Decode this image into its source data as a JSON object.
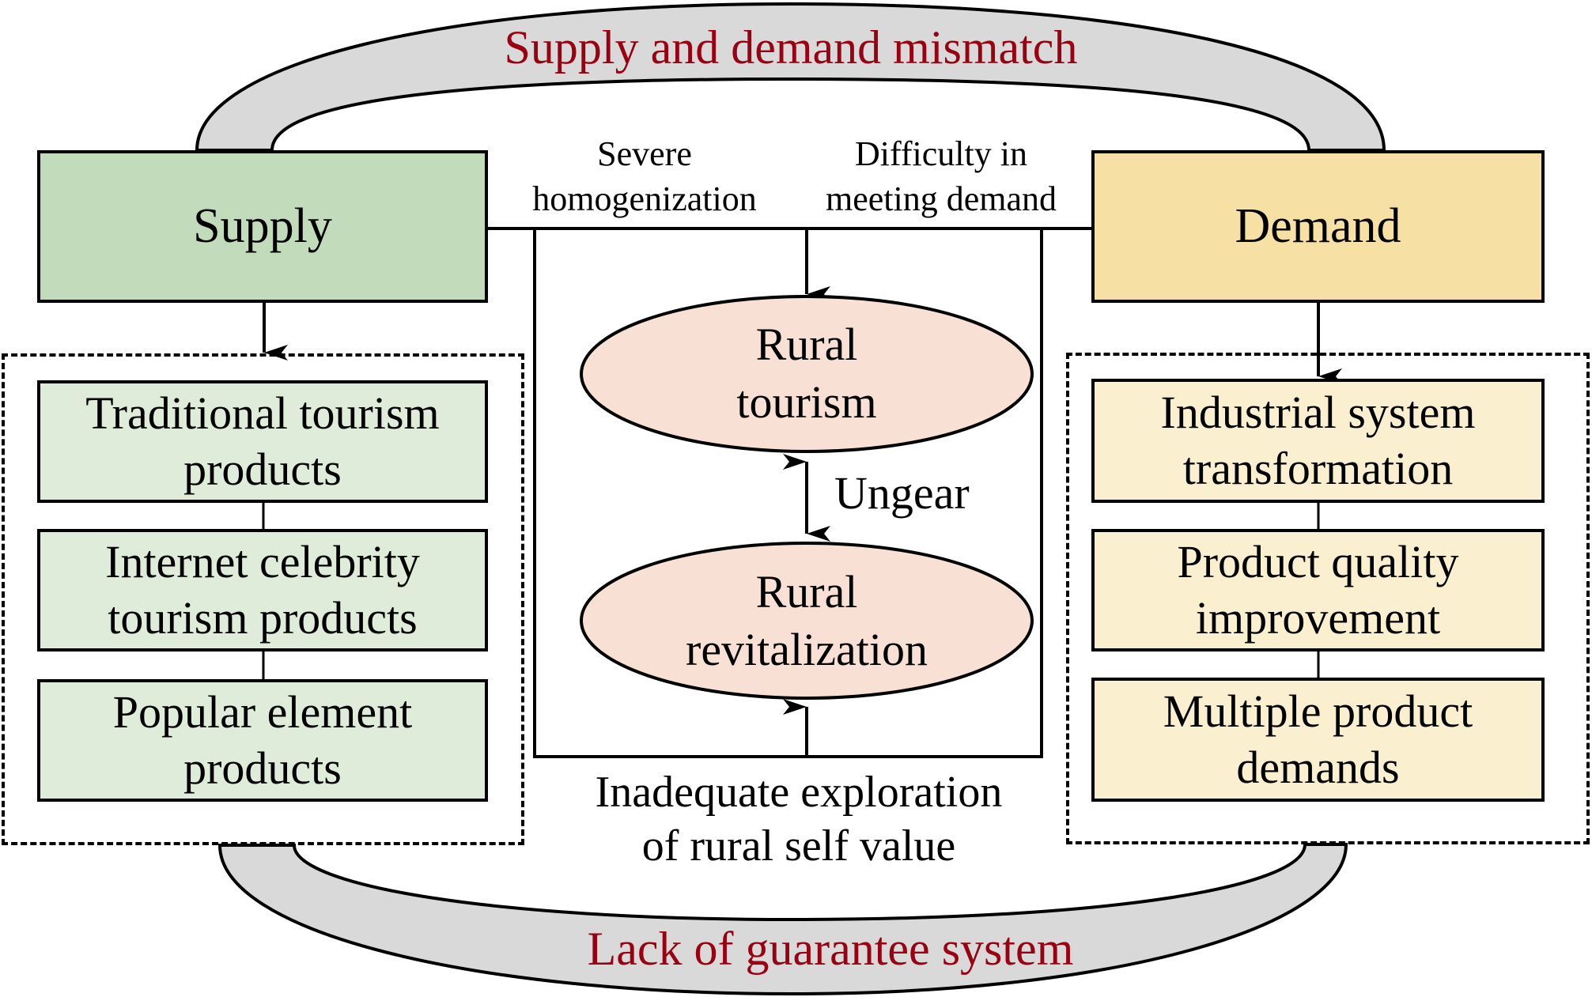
{
  "colors": {
    "supply_fill": "#c2dcbb",
    "supply_item_fill": "#e0ecda",
    "demand_fill": "#f6e0a3",
    "demand_item_fill": "#faf0d0",
    "ellipse_fill": "#f8e0d4",
    "arc_fill": "#d9d9d9",
    "arc_text": "#990011"
  },
  "top_arc": {
    "label": "Supply and demand mismatch"
  },
  "bottom_arc": {
    "label": "Lack of guarantee system"
  },
  "supply": {
    "title": "Supply",
    "items": [
      {
        "line1": "Traditional tourism",
        "line2": "products"
      },
      {
        "line1": "Internet celebrity",
        "line2": "tourism products"
      },
      {
        "line1": "Popular element",
        "line2": "products"
      }
    ]
  },
  "demand": {
    "title": "Demand",
    "items": [
      {
        "line1": "Industrial system",
        "line2": "transformation"
      },
      {
        "line1": "Product quality",
        "line2": "improvement"
      },
      {
        "line1": "Multiple product",
        "line2": "demands"
      }
    ]
  },
  "center": {
    "left_issue": {
      "line1": "Severe",
      "line2": "homogenization"
    },
    "right_issue": {
      "line1": "Difficulty in",
      "line2": "meeting demand"
    },
    "top_node": {
      "line1": "Rural",
      "line2": "tourism"
    },
    "bottom_node": {
      "line1": "Rural",
      "line2": "revitalization"
    },
    "link_label": "Ungear",
    "bottom_issue": {
      "line1": "Inadequate exploration",
      "line2": "of rural self value"
    }
  }
}
